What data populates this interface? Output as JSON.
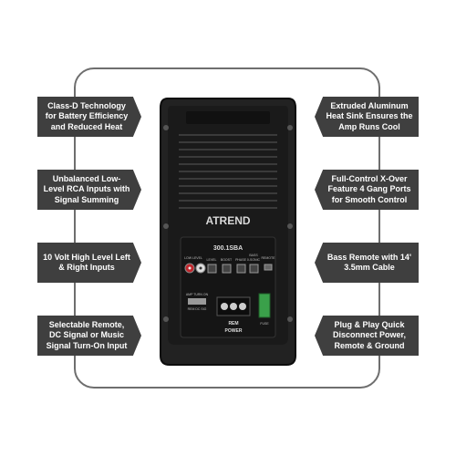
{
  "callouts": {
    "left": [
      "Class-D Technology for Battery Efficiency and Reduced Heat",
      "Unbalanced Low-Level RCA Inputs with Signal Summing",
      "10 Volt High Level Left & Right Inputs",
      "Selectable Remote, DC Signal or Music Signal Turn-On Input"
    ],
    "right": [
      "Extruded Aluminum Heat Sink Ensures the Amp Runs Cool",
      "Full-Control X-Over Feature 4 Gang Ports for Smooth Control",
      "Bass Remote with 14' 3.5mm Cable",
      "Plug & Play Quick Disconnect Power, Remote & Ground"
    ]
  },
  "device": {
    "brand": "ATREND",
    "model": "300.1SBA",
    "labels": {
      "low_level": "LOW LEVEL",
      "level": "LEVEL",
      "boost": "BOOST",
      "phase": "PHASE",
      "sonic": "0-SONIC",
      "bass": "BASS",
      "remote": "REMOTE",
      "rem": "REM",
      "power": "POWER",
      "fuse": "FUSE",
      "amp_turn_on": "AMP TURN ON",
      "rem_dc_sig": "REM DC SIG"
    }
  },
  "colors": {
    "callout_bg": "#3f3f3f",
    "frame": "#6e6e6e",
    "device_body": "#1a1a1a",
    "connector_green": "#3aa04a",
    "rca_red": "#c0262c"
  }
}
